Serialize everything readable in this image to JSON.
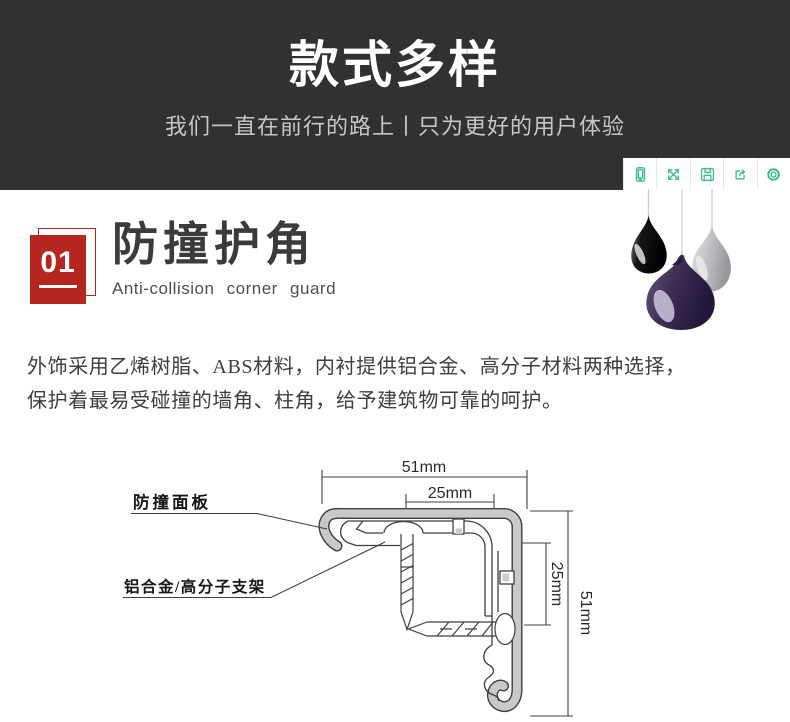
{
  "banner": {
    "title": "款式多样",
    "subtitle": "我们一直在前行的路上丨只为更好的用户体验",
    "bg_color": "#313131"
  },
  "toolbar": {
    "icon_color": "#3bbd89",
    "icons": [
      "mobile-preview",
      "fullscreen",
      "save",
      "share",
      "settings"
    ]
  },
  "section": {
    "badge_number": "01",
    "accent_color": "#b5271e",
    "title": "防撞护角",
    "subtitle": "Anti-collision  corner  guard"
  },
  "description": {
    "line1": "外饰采用乙烯树脂、ABS材料，内衬提供铝合金、高分子材料两种选择，",
    "line2": "保护着最易受碰撞的墙角、柱角，给予建筑物可靠的呵护。"
  },
  "diagram": {
    "label_panel": "防撞面板",
    "label_bracket": "铝合金/高分子支架",
    "dim_top_width": "51mm",
    "dim_top_inner": "25mm",
    "dim_side_inner": "25mm",
    "dim_side_height": "51mm"
  },
  "lamps": {
    "colors": {
      "left": "#161616",
      "center": "#3e2f56",
      "right": "#c2c2c5"
    }
  }
}
